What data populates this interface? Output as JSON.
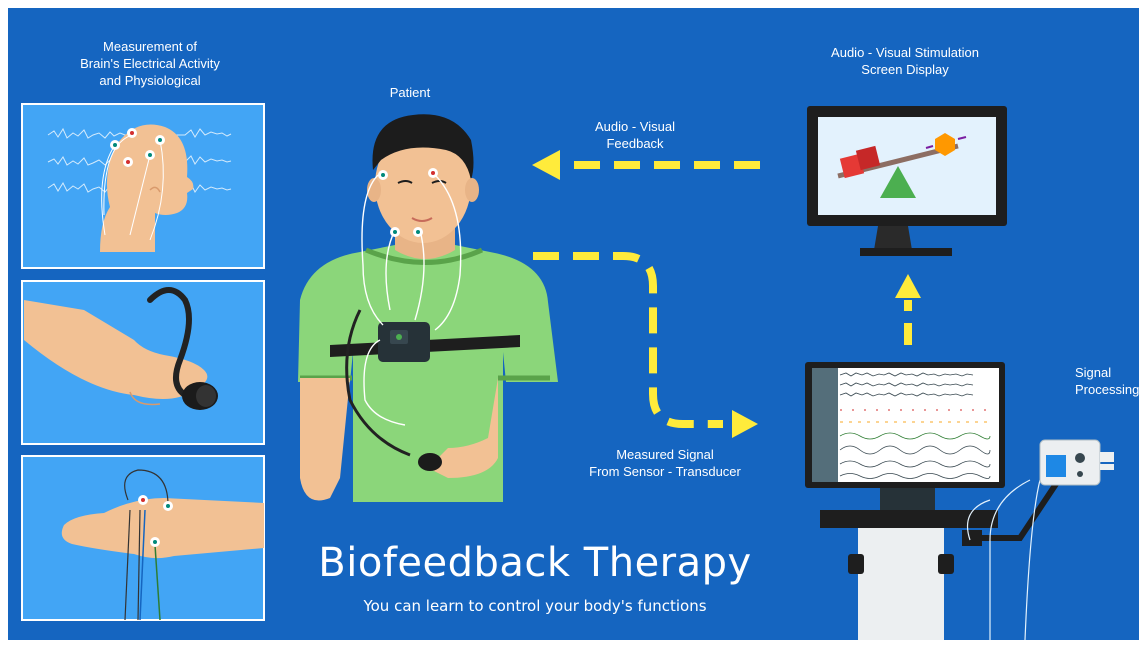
{
  "labels": {
    "measurement": [
      "Measurement of",
      "Brain's Electrical Activity",
      "and Physiological"
    ],
    "patient": "Patient",
    "av_feedback": [
      "Audio - Visual",
      "Feedback"
    ],
    "av_screen": [
      "Audio - Visual Stimulation",
      "Screen Display"
    ],
    "signal_processing": [
      "Signal",
      "Processing"
    ],
    "measured_signal": [
      "Measured Signal",
      "From Sensor - Transducer"
    ]
  },
  "title": "Biofeedback Therapy",
  "subtitle": "You can learn to control your body's functions",
  "colors": {
    "background": "#1565c0",
    "panel": "#42a5f5",
    "arrow": "#ffeb3b",
    "shirt": "#8bd67a",
    "skin": "#f2c194"
  },
  "monitor_channels": [
    "",
    "",
    "",
    "",
    "",
    "",
    "",
    "",
    "",
    "",
    ""
  ]
}
